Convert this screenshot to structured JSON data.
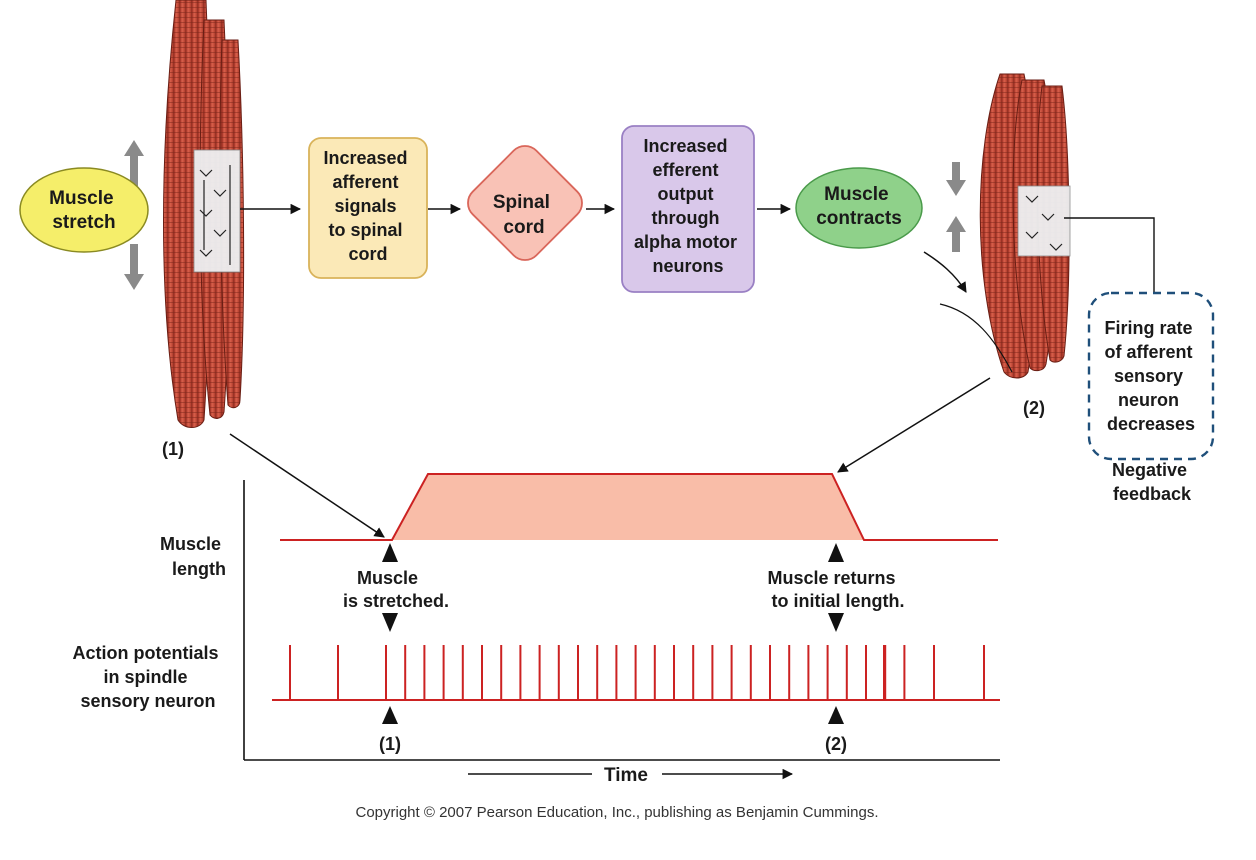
{
  "flow": {
    "stretch_oval": [
      "Muscle",
      "stretch"
    ],
    "afferent_box": [
      "Increased",
      "afferent",
      "signals",
      "to spinal",
      "cord"
    ],
    "spinal_diamond": [
      "Spinal",
      "cord"
    ],
    "efferent_box": [
      "Increased",
      "efferent",
      "output",
      "through",
      "alpha motor",
      "neurons"
    ],
    "contracts_oval": [
      "Muscle",
      "contracts"
    ],
    "firing_box": [
      "Firing rate",
      "of afferent",
      "sensory",
      "neuron",
      "decreases"
    ],
    "negative_feedback": [
      "Negative",
      "feedback"
    ]
  },
  "markers": {
    "one_top": "(1)",
    "two_top": "(2)",
    "one_bottom": "(1)",
    "two_bottom": "(2)"
  },
  "graph": {
    "muscle_length_label": [
      "Muscle",
      "length"
    ],
    "stretched_label": [
      "Muscle",
      "is stretched."
    ],
    "returns_label": [
      "Muscle returns",
      "to initial length."
    ],
    "ap_label": [
      "Action potentials",
      "in spindle",
      "sensory neuron"
    ],
    "time_label": "Time"
  },
  "copyright": "Copyright © 2007 Pearson Education, Inc., publishing as Benjamin Cummings.",
  "colors": {
    "oval_yellow": "#f5ee6a",
    "box_cream": "#fbe9b7",
    "diamond_pink": "#f9c2b6",
    "box_lavender": "#d9c8ea",
    "oval_green": "#8fd18a",
    "trace_red": "#cc2222",
    "fill_salmon": "#f9bda8",
    "muscle_red": "#c84b3a",
    "dashed_blue": "#1f4f7a"
  },
  "spike_count": 33
}
